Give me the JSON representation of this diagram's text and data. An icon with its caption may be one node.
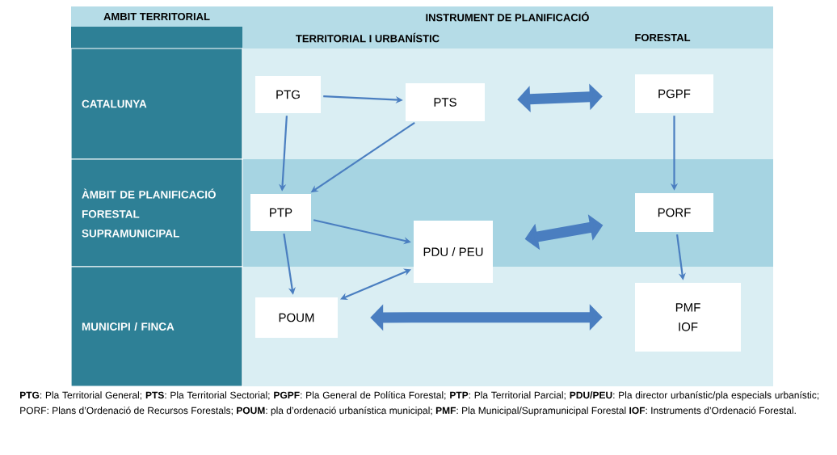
{
  "diagram": {
    "nodes": [
      {
        "text": [
          "CATALUNYA"
        ]
      },
      {
        "text": [
          "ÀMBIT DE PLANIFICACIÓ FORESTAL SUPRAMUNICIPAL"
        ]
      },
      {
        "text": [
          "MUNICIPI / FINCA"
        ]
      },
      {
        "text": [
          "PTG"
        ]
      },
      {
        "text": [
          "PTS"
        ]
      },
      {
        "text": [
          "PGPF"
        ]
      },
      {
        "text": [
          "PTP"
        ]
      },
      {
        "text": [
          "PDU / PEU"
        ]
      },
      {
        "text": [
          "PORF"
        ]
      },
      {
        "text": [
          "POUM"
        ]
      },
      {
        "text": [
          "PMF",
          "IOF"
        ]
      }
    ],
    "edges": [
      {
        "from": 3,
        "to": 4,
        "arrow": "to"
      },
      {
        "from": 4,
        "to": 5,
        "arrow": "both",
        "style": "thick"
      },
      {
        "from": 3,
        "to": 6,
        "arrow": "to"
      },
      {
        "from": 4,
        "to": 6,
        "arrow": "to"
      },
      {
        "from": 5,
        "to": 8,
        "arrow": "to"
      },
      {
        "from": 6,
        "to": 7,
        "arrow": "to"
      },
      {
        "from": 7,
        "to": 8,
        "arrow": "both",
        "style": "thick"
      },
      {
        "from": 6,
        "to": 9,
        "arrow": "to"
      },
      {
        "from": 7,
        "to": 9,
        "arrow": "both"
      },
      {
        "from": 8,
        "to": 10,
        "arrow": "to"
      },
      {
        "from": 9,
        "to": 10,
        "arrow": "both",
        "style": "thick"
      }
    ],
    "labels": [
      "AMBIT TERRITORIAL",
      "INSTRUMENT DE PLANIFICACIÓ",
      "TERRITORIAL I URBANÍSTIC",
      "FORESTAL"
    ],
    "caption": "**PTG**: Pla Territorial General; **PTS**: Pla Territorial Sectorial; **PGPF**: Pla General de Política Forestal; **PTP**: Pla Territorial Parcial; **PDU/PEU**: Pla director urbanístic/pla especials urbanístic; PORF: Plans d’Ordenació de Recursos Forestals; **POUM**: pla d’ordenació urbanística municipal; **PMF**: Pla Municipal/Supramunicipal Forestal **IOF**: Instruments d’Ordenació Forestal."
  }
}
